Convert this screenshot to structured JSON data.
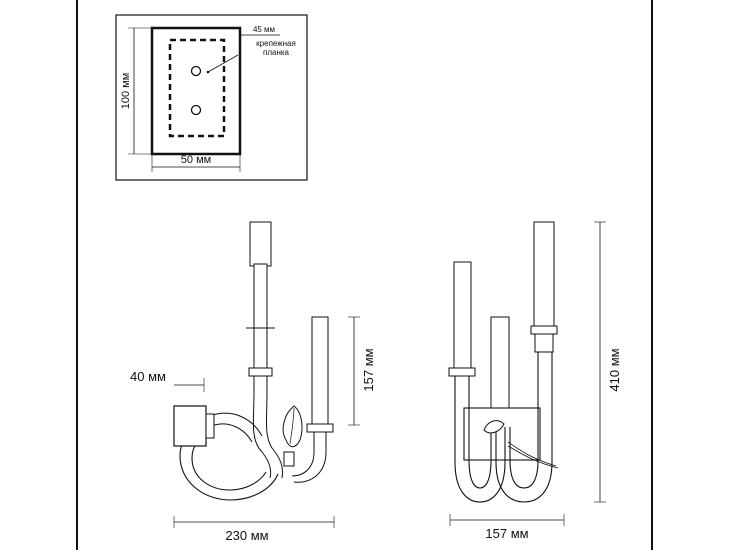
{
  "mount_plate": {
    "height_label": "100 мм",
    "width_label": "50 мм",
    "hole_spacing_label": "45 мм",
    "callout_label_line1": "крепежная",
    "callout_label_line2": "планка"
  },
  "side_view": {
    "projection_label": "40 мм",
    "height_label": "157 мм",
    "width_label": "230 мм"
  },
  "front_view": {
    "height_label": "410 мм",
    "width_label": "157 мм"
  }
}
